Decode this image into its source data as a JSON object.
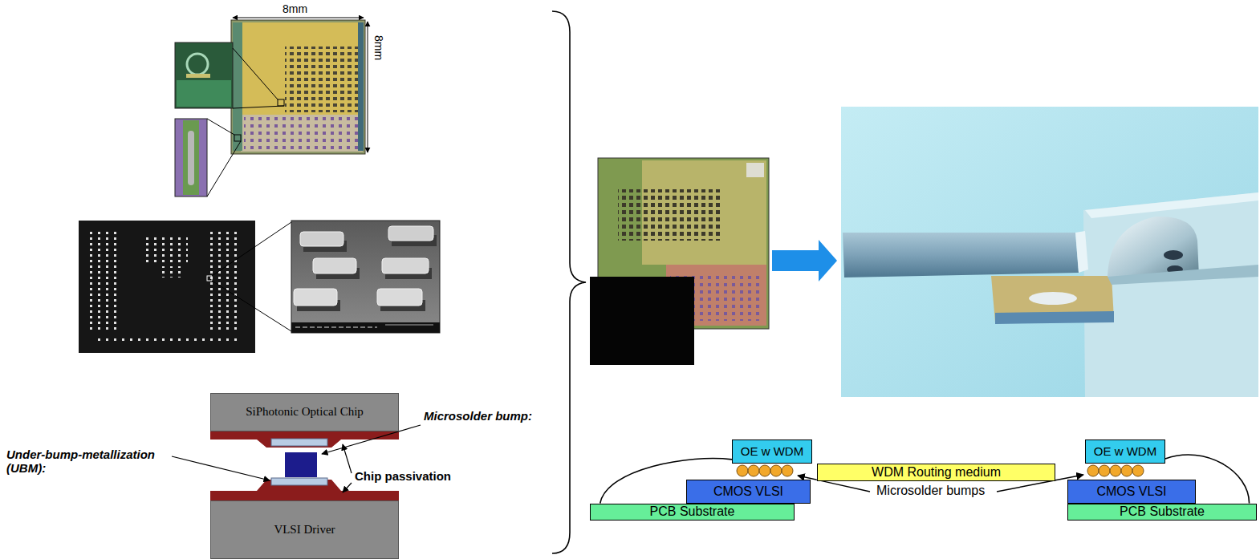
{
  "diagram": {
    "nodes": [
      {
        "text": [
          "SiPhotonic Optical Chip"
        ]
      },
      {
        "text": [
          "VLSI Driver"
        ]
      },
      {
        "text": [
          "OE w WDM"
        ]
      },
      {
        "text": [
          "OE w WDM"
        ]
      },
      {
        "text": [
          "WDM Routing medium"
        ]
      },
      {
        "text": [
          "CMOS VLSI"
        ]
      },
      {
        "text": [
          "CMOS VLSI"
        ]
      },
      {
        "text": [
          "PCB Substrate"
        ]
      },
      {
        "text": [
          "PCB Substrate"
        ]
      }
    ],
    "edges": [
      {
        "from": 7,
        "to": 2,
        "arrow": "none"
      },
      {
        "from": 3,
        "to": 8,
        "arrow": "none"
      }
    ],
    "labels": [
      "8mm",
      "8mm",
      "Microsolder bump:",
      "Under-bump-metallization (UBM):",
      "Chip passivation",
      "Microsolder bumps"
    ]
  }
}
